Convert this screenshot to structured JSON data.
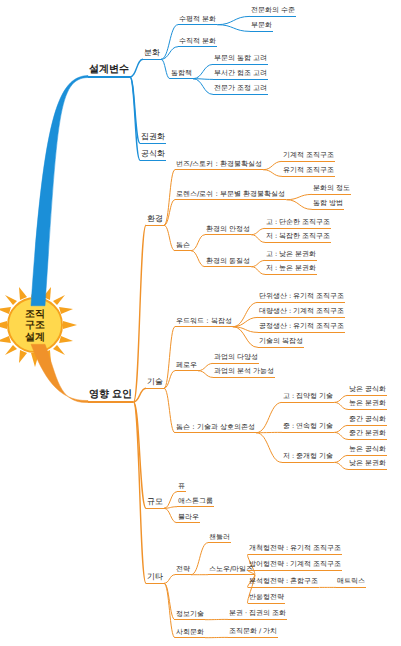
{
  "diagram": {
    "nodes": [
      {
        "text": [
          "조직구조설계"
        ]
      },
      {
        "text": [
          "설계변수"
        ]
      },
      {
        "text": [
          "분화"
        ]
      },
      {
        "text": [
          "수평적 분화"
        ]
      },
      {
        "text": [
          "전문화의 수준"
        ]
      },
      {
        "text": [
          "부문화"
        ]
      },
      {
        "text": [
          "수직적 분화"
        ]
      },
      {
        "text": [
          "통합책"
        ]
      },
      {
        "text": [
          "부문의 통합 고려"
        ]
      },
      {
        "text": [
          "부서간 협조 고려"
        ]
      },
      {
        "text": [
          "전문가 조정 고려"
        ]
      },
      {
        "text": [
          "집권화"
        ]
      },
      {
        "text": [
          "공식화"
        ]
      },
      {
        "text": [
          "영향 요인"
        ]
      },
      {
        "text": [
          "환경"
        ]
      },
      {
        "text": [
          "번즈/스토커 : 환경불확실성"
        ]
      },
      {
        "text": [
          "기계적 조직구조"
        ]
      },
      {
        "text": [
          "유기적 조직구조"
        ]
      },
      {
        "text": [
          "로렌스/로쉬 : 부문별 환경불확실성"
        ]
      },
      {
        "text": [
          "분화의 정도"
        ]
      },
      {
        "text": [
          "통합 방법"
        ]
      },
      {
        "text": [
          "톰슨"
        ]
      },
      {
        "text": [
          "환경의 안정성"
        ]
      },
      {
        "text": [
          "고 : 단순한 조직구조"
        ]
      },
      {
        "text": [
          "저 : 복잡한 조직구조"
        ]
      },
      {
        "text": [
          "환경의 동질성"
        ]
      },
      {
        "text": [
          "고 : 낮은 분권화"
        ]
      },
      {
        "text": [
          "저 : 높은 분권화"
        ]
      },
      {
        "text": [
          "기술"
        ]
      },
      {
        "text": [
          "우드워드 : 복잡성"
        ]
      },
      {
        "text": [
          "단위생산 : 유기적 조직구조"
        ]
      },
      {
        "text": [
          "대량생산 : 기계적 조직구조"
        ]
      },
      {
        "text": [
          "공정생산 : 유기적 조직구조"
        ]
      },
      {
        "text": [
          "기술의 복잡성"
        ]
      },
      {
        "text": [
          "페로우"
        ]
      },
      {
        "text": [
          "과업의 다양성"
        ]
      },
      {
        "text": [
          "과업의 분석 가능성"
        ]
      },
      {
        "text": [
          "톰슨 : 기술과 상호의존성"
        ]
      },
      {
        "text": [
          "고 : 집약형 기술"
        ]
      },
      {
        "text": [
          "낮은 공식화"
        ]
      },
      {
        "text": [
          "높은 분권화"
        ]
      },
      {
        "text": [
          "중 : 연속형 기술"
        ]
      },
      {
        "text": [
          "중간 공식화"
        ]
      },
      {
        "text": [
          "중간 분권화"
        ]
      },
      {
        "text": [
          "저 : 중개형 기술"
        ]
      },
      {
        "text": [
          "높은 공식화"
        ]
      },
      {
        "text": [
          "낮은 분권화"
        ]
      },
      {
        "text": [
          "규모"
        ]
      },
      {
        "text": [
          "퓨"
        ]
      },
      {
        "text": [
          "애스톤그룹"
        ]
      },
      {
        "text": [
          "블라우"
        ]
      },
      {
        "text": [
          "기타"
        ]
      },
      {
        "text": [
          "전략"
        ]
      },
      {
        "text": [
          "챈들러"
        ]
      },
      {
        "text": [
          "스노우/마일즈"
        ]
      },
      {
        "text": [
          "개척형전략 : 유기적 조직구조"
        ]
      },
      {
        "text": [
          "방어형전략 : 기계적 조직구조"
        ]
      },
      {
        "text": [
          "분석형전략 : 혼합구조"
        ]
      },
      {
        "text": [
          "매트릭스"
        ]
      },
      {
        "text": [
          "반응형전략"
        ]
      },
      {
        "text": [
          "정보기술"
        ]
      },
      {
        "text": [
          "분권 · 집권의 조화"
        ]
      },
      {
        "text": [
          "사회문화"
        ]
      },
      {
        "text": [
          "조직문화 / 가치"
        ]
      }
    ],
    "edges": [
      {
        "from": 0,
        "to": 1,
        "arrow": "none"
      },
      {
        "from": 0,
        "to": 13,
        "arrow": "none"
      },
      {
        "from": 1,
        "to": 2,
        "arrow": "none"
      },
      {
        "from": 2,
        "to": 3,
        "arrow": "none"
      },
      {
        "from": 3,
        "to": 4,
        "arrow": "none"
      },
      {
        "from": 3,
        "to": 5,
        "arrow": "none"
      },
      {
        "from": 2,
        "to": 6,
        "arrow": "none"
      },
      {
        "from": 2,
        "to": 7,
        "arrow": "none"
      },
      {
        "from": 7,
        "to": 8,
        "arrow": "none"
      },
      {
        "from": 7,
        "to": 9,
        "arrow": "none"
      },
      {
        "from": 7,
        "to": 10,
        "arrow": "none"
      },
      {
        "from": 1,
        "to": 11,
        "arrow": "none"
      },
      {
        "from": 1,
        "to": 12,
        "arrow": "none"
      },
      {
        "from": 13,
        "to": 14,
        "arrow": "none"
      },
      {
        "from": 14,
        "to": 15,
        "arrow": "none"
      },
      {
        "from": 15,
        "to": 16,
        "arrow": "none"
      },
      {
        "from": 15,
        "to": 17,
        "arrow": "none"
      },
      {
        "from": 14,
        "to": 18,
        "arrow": "none"
      },
      {
        "from": 18,
        "to": 19,
        "arrow": "none"
      },
      {
        "from": 18,
        "to": 20,
        "arrow": "none"
      },
      {
        "from": 14,
        "to": 21,
        "arrow": "none"
      },
      {
        "from": 21,
        "to": 22,
        "arrow": "none"
      },
      {
        "from": 22,
        "to": 23,
        "arrow": "none"
      },
      {
        "from": 22,
        "to": 24,
        "arrow": "none"
      },
      {
        "from": 21,
        "to": 25,
        "arrow": "none"
      },
      {
        "from": 25,
        "to": 26,
        "arrow": "none"
      },
      {
        "from": 25,
        "to": 27,
        "arrow": "none"
      },
      {
        "from": 13,
        "to": 28,
        "arrow": "none"
      },
      {
        "from": 28,
        "to": 29,
        "arrow": "none"
      },
      {
        "from": 29,
        "to": 30,
        "arrow": "none"
      },
      {
        "from": 29,
        "to": 31,
        "arrow": "none"
      },
      {
        "from": 29,
        "to": 32,
        "arrow": "none"
      },
      {
        "from": 29,
        "to": 33,
        "arrow": "none"
      },
      {
        "from": 28,
        "to": 34,
        "arrow": "none"
      },
      {
        "from": 34,
        "to": 35,
        "arrow": "none"
      },
      {
        "from": 34,
        "to": 36,
        "arrow": "none"
      },
      {
        "from": 28,
        "to": 37,
        "arrow": "none"
      },
      {
        "from": 37,
        "to": 38,
        "arrow": "none"
      },
      {
        "from": 38,
        "to": 39,
        "arrow": "none"
      },
      {
        "from": 38,
        "to": 40,
        "arrow": "none"
      },
      {
        "from": 37,
        "to": 41,
        "arrow": "none"
      },
      {
        "from": 41,
        "to": 42,
        "arrow": "none"
      },
      {
        "from": 41,
        "to": 43,
        "arrow": "none"
      },
      {
        "from": 37,
        "to": 44,
        "arrow": "none"
      },
      {
        "from": 44,
        "to": 45,
        "arrow": "none"
      },
      {
        "from": 44,
        "to": 46,
        "arrow": "none"
      },
      {
        "from": 13,
        "to": 47,
        "arrow": "none"
      },
      {
        "from": 47,
        "to": 48,
        "arrow": "none"
      },
      {
        "from": 47,
        "to": 49,
        "arrow": "none"
      },
      {
        "from": 47,
        "to": 50,
        "arrow": "none"
      },
      {
        "from": 13,
        "to": 51,
        "arrow": "none"
      },
      {
        "from": 51,
        "to": 52,
        "arrow": "none"
      },
      {
        "from": 52,
        "to": 53,
        "arrow": "none"
      },
      {
        "from": 52,
        "to": 54,
        "arrow": "none"
      },
      {
        "from": 54,
        "to": 55,
        "arrow": "none"
      },
      {
        "from": 54,
        "to": 56,
        "arrow": "none"
      },
      {
        "from": 54,
        "to": 57,
        "arrow": "none"
      },
      {
        "from": 57,
        "to": 58,
        "arrow": "none"
      },
      {
        "from": 54,
        "to": 59,
        "arrow": "none"
      },
      {
        "from": 51,
        "to": 60,
        "arrow": "none"
      },
      {
        "from": 60,
        "to": 61,
        "arrow": "none"
      },
      {
        "from": 51,
        "to": 62,
        "arrow": "none"
      },
      {
        "from": 62,
        "to": 63,
        "arrow": "none"
      }
    ]
  }
}
